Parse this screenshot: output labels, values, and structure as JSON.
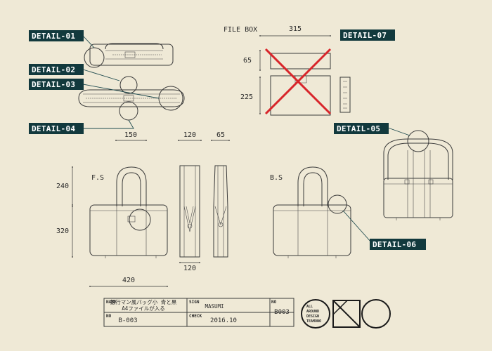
{
  "details": {
    "d01": "DETAIL-01",
    "d02": "DETAIL-02",
    "d03": "DETAIL-03",
    "d04": "DETAIL-04",
    "d05": "DETAIL-05",
    "d06": "DETAIL-06",
    "d07": "DETAIL-07"
  },
  "file_box": {
    "label": "FILE BOX",
    "width": "315",
    "depth": "65",
    "height": "225"
  },
  "dimensions": {
    "front_top_width": "150",
    "side_top_width": "120",
    "side_depth": "65",
    "handle_height": "240",
    "body_height": "320",
    "side_bottom_width": "120",
    "bottom_width": "420"
  },
  "views": {
    "front": "F.S",
    "back": "B.S"
  },
  "title_block": {
    "name_label": "NAME",
    "name_line1": "銀行マン風バッグ小 青と黒",
    "name_line2": "A4ファイルが入る",
    "sign_label": "SIGN",
    "sign_value": "MASUMI",
    "no_label": "NO",
    "no_value_right": "B003",
    "no_label_2": "NO",
    "no_value": "B-003",
    "check_label": "CHECK",
    "check_value": "2016.10"
  },
  "logo": {
    "line1": "ALL",
    "line2": "AROUND",
    "line3": "DESIGN",
    "line4": "TEAMONO"
  },
  "colors": {
    "background": "#efe9d6",
    "tag": "#12393d",
    "cross": "#d8262b"
  }
}
